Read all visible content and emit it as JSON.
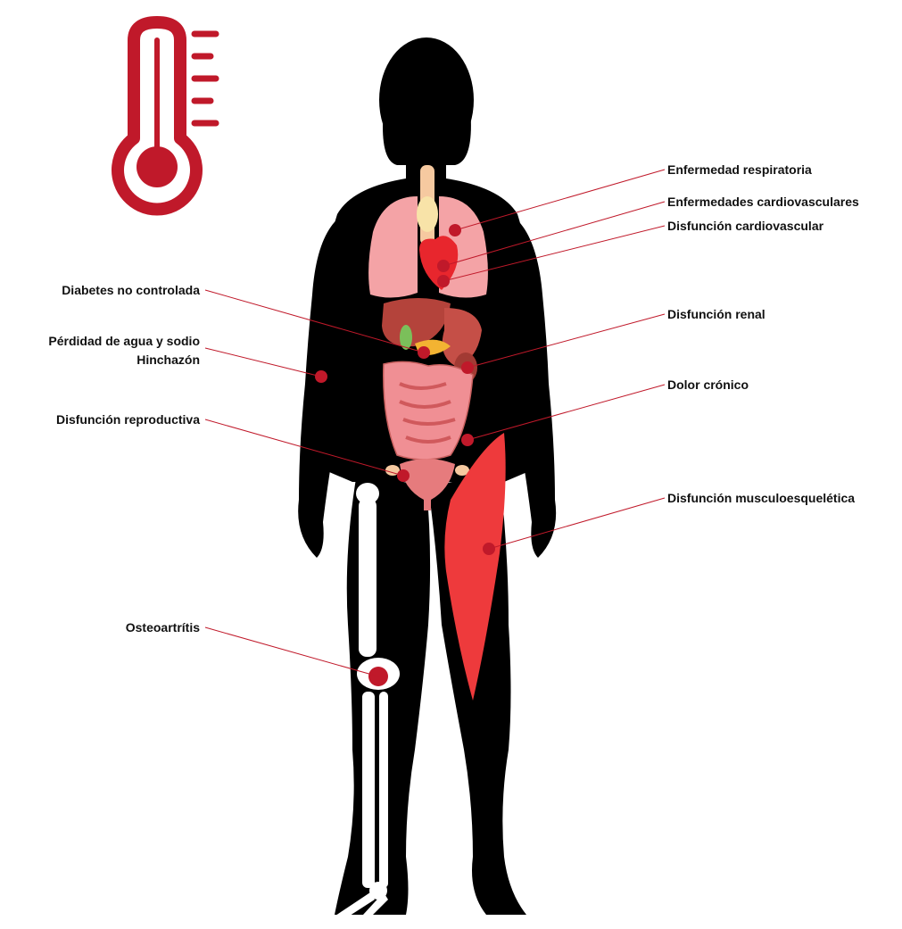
{
  "colors": {
    "accent": "#c0192a",
    "silhouette": "#000000",
    "lungs": "#f4a3a6",
    "heart": "#e8262d",
    "organ": "#b4433b",
    "muscle": "#ee3a3c",
    "bone": "#ffffff",
    "thyroid": "#f6c9a0"
  },
  "icons": {
    "thermometer": "thermometer-icon"
  },
  "labels": {
    "respiratory": "Enfermedad respiratoria",
    "cardiovascular_diseases": "Enfermedades cardiovasculares",
    "cardiovascular_dysfunction": "Disfunción cardiovascular",
    "diabetes": "Diabetes no controlada",
    "water_loss": "Pérdidad de agua y sodio",
    "swelling": "Hinchazón",
    "renal": "Disfunción renal",
    "chronic_pain": "Dolor crónico",
    "reproductive": "Disfunción reproductiva",
    "musculoskeletal": "Disfunción musculoesquelética",
    "osteoarthritis": "Osteoartrítis"
  }
}
